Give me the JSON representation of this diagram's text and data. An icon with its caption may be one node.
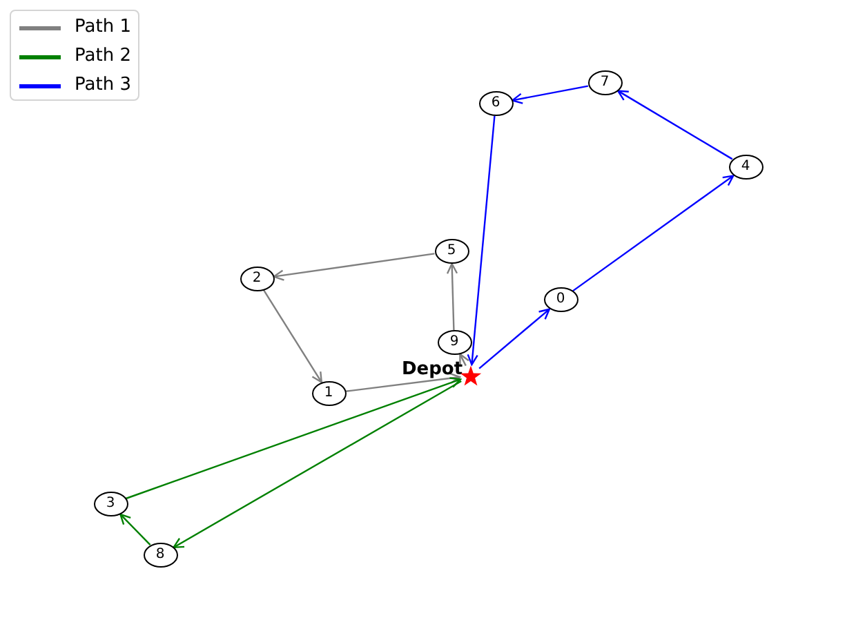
{
  "diagram": {
    "nodes": [
      {
        "text": [
          "0"
        ]
      },
      {
        "text": [
          "1"
        ]
      },
      {
        "text": [
          "2"
        ]
      },
      {
        "text": [
          "3"
        ]
      },
      {
        "text": [
          "4"
        ]
      },
      {
        "text": [
          "5"
        ]
      },
      {
        "text": [
          "6"
        ]
      },
      {
        "text": [
          "7"
        ]
      },
      {
        "text": [
          "8"
        ]
      },
      {
        "text": [
          "9"
        ]
      },
      {
        "text": [],
        "shape": "star",
        "beside": [
          "Depot"
        ]
      }
    ],
    "edges": [
      {
        "from": 10,
        "to": 9,
        "arrow": "to",
        "color": "#808080"
      },
      {
        "from": 9,
        "to": 5,
        "arrow": "to",
        "color": "#808080"
      },
      {
        "from": 5,
        "to": 2,
        "arrow": "to",
        "color": "#808080"
      },
      {
        "from": 2,
        "to": 1,
        "arrow": "to",
        "color": "#808080"
      },
      {
        "from": 1,
        "to": 10,
        "arrow": "to",
        "color": "#808080"
      },
      {
        "from": 10,
        "to": 8,
        "arrow": "to",
        "color": "#008000"
      },
      {
        "from": 8,
        "to": 3,
        "arrow": "to",
        "color": "#008000"
      },
      {
        "from": 3,
        "to": 10,
        "arrow": "to",
        "color": "#008000"
      },
      {
        "from": 10,
        "to": 0,
        "arrow": "to",
        "color": "#0000ff"
      },
      {
        "from": 0,
        "to": 4,
        "arrow": "to",
        "color": "#0000ff"
      },
      {
        "from": 4,
        "to": 7,
        "arrow": "to",
        "color": "#0000ff"
      },
      {
        "from": 7,
        "to": 6,
        "arrow": "to",
        "color": "#0000ff"
      },
      {
        "from": 6,
        "to": 10,
        "arrow": "to",
        "color": "#0000ff"
      }
    ],
    "legend": [
      {
        "text": "Path 1"
      },
      {
        "text": "Path 2"
      },
      {
        "text": "Path 3"
      }
    ]
  }
}
